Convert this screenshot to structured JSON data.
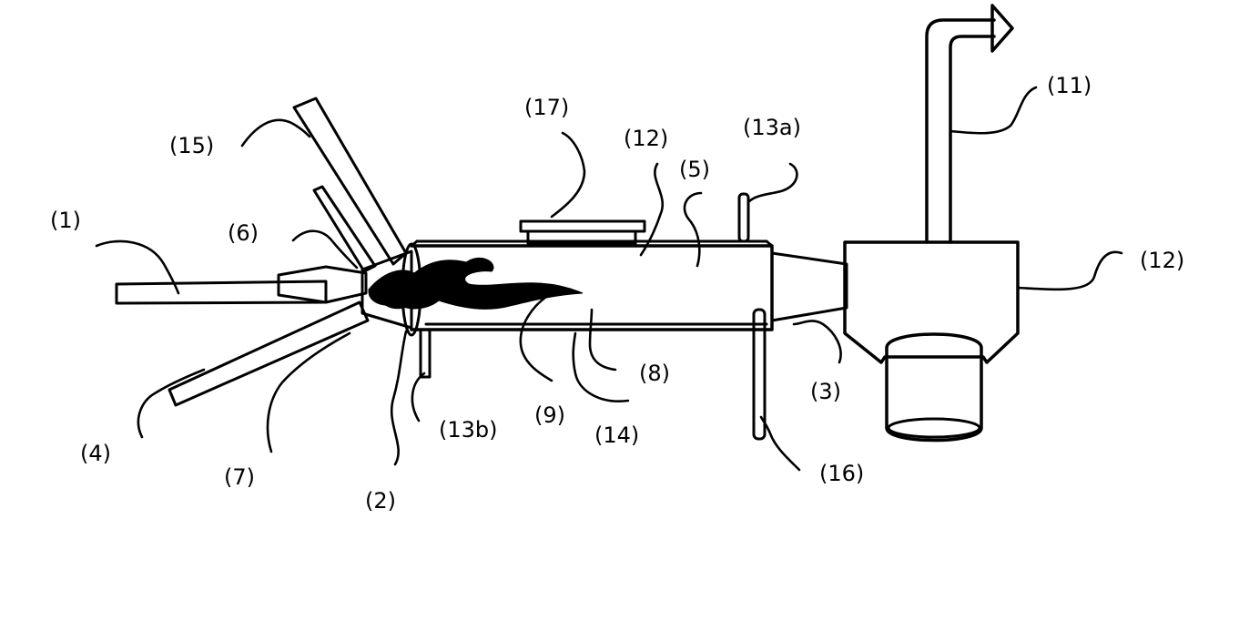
{
  "labels": {
    "l1": "(1)",
    "l2": "(2)",
    "l3": "(3)",
    "l4": "(4)",
    "l5": "(5)",
    "l6": "(6)",
    "l7": "(7)",
    "l8": "(8)",
    "l9": "(9)",
    "l11": "(11)",
    "l12a": "(12)",
    "l12b": "(12)",
    "l13a": "(13a)",
    "l13b": "(13b)",
    "l14": "(14)",
    "l15": "(15)",
    "l16": "(16)",
    "l17": "(17)"
  }
}
